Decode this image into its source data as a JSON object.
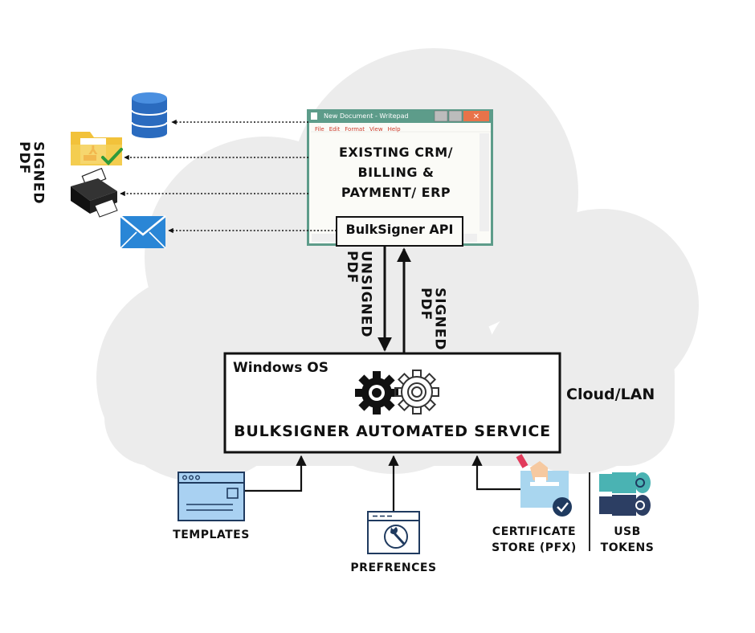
{
  "window": {
    "title": "New Document - Writepad",
    "menu": [
      "File",
      "Edit",
      "Format",
      "View",
      "Help"
    ]
  },
  "crm": {
    "line1": "EXISTING CRM/",
    "line2": "BILLING &",
    "line3": "PAYMENT/ ERP"
  },
  "api_label": "BulkSigner API",
  "signed_left": {
    "line1": "SIGNED",
    "line2": "PDF"
  },
  "unsigned": {
    "line1": "UNSIGNED",
    "line2": "PDF"
  },
  "signed_mid": {
    "line1": "SIGNED",
    "line2": "PDF"
  },
  "service": {
    "os_label": "Windows OS",
    "name": "BULKSIGNER AUTOMATED SERVICE"
  },
  "cloud_label": "Cloud/LAN",
  "templates_label": "TEMPLATES",
  "preferences_label": "PREFRENCES",
  "cert": {
    "line1": "CERTIFICATE",
    "line2": "STORE (PFX)"
  },
  "usb": {
    "line1": "USB",
    "line2": "TOKENS"
  },
  "colors": {
    "cloud": "#ececec",
    "window_frame": "#5d9c8a",
    "close": "#e8734a",
    "menu_text": "#cc3b2b",
    "folder": "#f2c23a",
    "database": "#2a6bbf",
    "envelope": "#2a86d6",
    "usb_teal": "#4ab3b3",
    "usb_navy": "#2c3e63",
    "cert_blue": "#a9d6ef"
  },
  "icons": [
    "database-icon",
    "pdf-folder-icon",
    "printer-icon",
    "envelope-icon",
    "gear-icon",
    "template-browser-icon",
    "wrench-settings-icon",
    "certificate-store-icon",
    "usb-token-icon"
  ]
}
